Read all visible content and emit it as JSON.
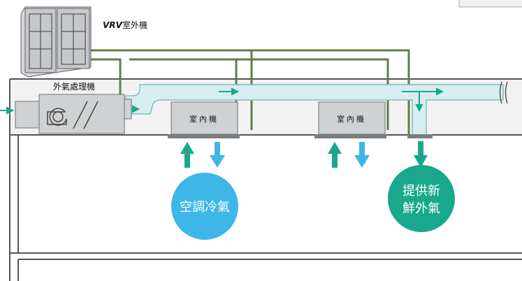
{
  "outdoor_unit": {
    "brand": "VRV",
    "label": "室外機"
  },
  "ahu": {
    "label": "外氣處理機"
  },
  "indoor_units": [
    {
      "label": "室內機"
    },
    {
      "label": "室內機"
    }
  ],
  "circles": [
    {
      "label_lines": [
        "空調冷氣"
      ]
    },
    {
      "label_lines": [
        "提供新",
        "鮮外氣"
      ]
    }
  ],
  "colors": {
    "teal": "#19a88c",
    "blue": "#3fb6e8",
    "pipe": "#5f7f4a",
    "duct_fill": "#d8eeee",
    "duct_stroke": "#7fbcc0",
    "unit_fill": "#cfd1d3",
    "unit_stroke": "#6e7175",
    "ceiling_fill": "#f2f2f2"
  }
}
